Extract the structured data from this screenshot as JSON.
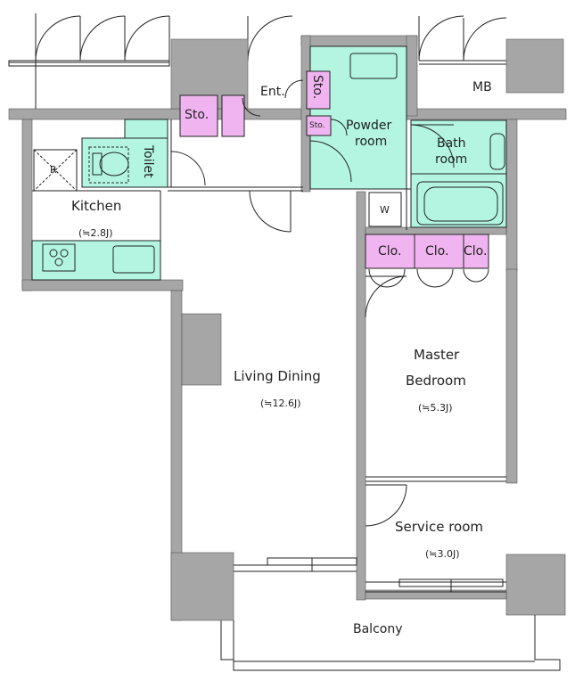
{
  "rooms": {
    "entrance": "Ent.",
    "storage_entrance": "Sto.",
    "storage_vertical": "Sto.",
    "storage_small": "Sto.",
    "powder_room": [
      "Powder",
      "room"
    ],
    "bath_room": [
      "Bath",
      "room"
    ],
    "mb": "MB",
    "toilet": "Toilet",
    "refrigerator": "R",
    "kitchen": "Kitchen",
    "kitchen_size": "(≒2.8J)",
    "washer": "W",
    "closets": [
      "Clo.",
      "Clo.",
      "Clo."
    ],
    "master_bedroom": [
      "Master",
      "Bedroom"
    ],
    "master_bedroom_size": "(≒5.3J)",
    "living_dining": "Living Dining",
    "living_dining_size": "(≒12.6J)",
    "service_room": "Service room",
    "service_room_size": "(≒3.0J)",
    "balcony": "Balcony"
  },
  "colors": {
    "wall": "#a6a6a6",
    "wet_area": "#b3f5e1",
    "storage": "#f0b5f0",
    "line": "#222222"
  }
}
